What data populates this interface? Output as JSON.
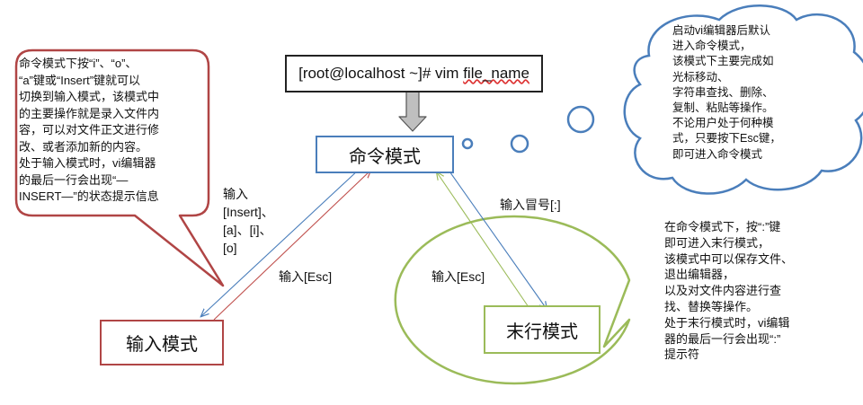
{
  "command_line": {
    "prefix": "[root@localhost ~]# vim ",
    "arg": "file_name"
  },
  "modes": {
    "command": "命令模式",
    "insert": "输入模式",
    "lastline": "末行模式"
  },
  "transitions": {
    "to_insert": "输入\n[Insert]、\n[a]、[i]、\n[o]",
    "insert_to_command": "输入[Esc]",
    "to_lastline": "输入冒号[:]",
    "lastline_to_command": "输入[Esc]"
  },
  "callouts": {
    "insert_desc": "命令模式下按“i”、“o”、\n“a”键或“Insert”键就可以\n切换到输入模式，该模式中\n的主要操作就是录入文件内\n容，可以对文件正文进行修\n改、或者添加新的内容。\n处于输入模式时，vi编辑器\n的最后一行会出现“—\nINSERT—”的状态提示信息",
    "command_desc": "启动vi编辑器后默认\n进入命令模式，\n该模式下主要完成如\n光标移动、\n字符串查找、删除、\n复制、粘贴等操作。\n不论用户处于何种模\n式，只要按下Esc键，\n即可进入命令模式",
    "lastline_desc": "在命令模式下，按“:”键\n即可进入末行模式，\n该模式中可以保存文件、\n退出编辑器，\n以及对文件内容进行查\n找、替换等操作。\n处于末行模式时，vi编辑\n器的最后一行会出现“:”\n提示符"
  },
  "colors": {
    "red": "#b04545",
    "blue": "#4a7ebb",
    "green": "#9bbb59",
    "arrow_gray": "#bfbfbf"
  }
}
